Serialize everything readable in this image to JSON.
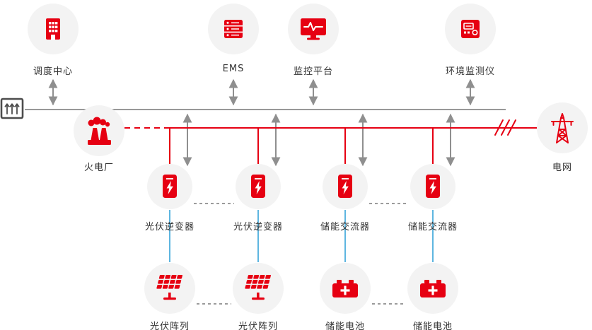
{
  "diagram": {
    "nodes": {
      "dispatch_center": {
        "label": "调度中心",
        "icon": "building-icon"
      },
      "ems": {
        "label": "EMS",
        "icon": "server-icon"
      },
      "monitoring_platform": {
        "label": "监控平台",
        "icon": "monitor-pulse-icon"
      },
      "env_monitor": {
        "label": "环境监测仪",
        "icon": "instrument-icon"
      },
      "meter": {
        "icon": "meter-icon"
      },
      "thermal_plant": {
        "label": "火电厂",
        "icon": "power-plant-icon"
      },
      "power_grid": {
        "label": "电网",
        "icon": "transmission-tower-icon"
      },
      "pv_inverter_1": {
        "label": "光伏逆变器",
        "icon": "inverter-icon"
      },
      "pv_inverter_2": {
        "label": "光伏逆变器",
        "icon": "inverter-icon"
      },
      "storage_converter_1": {
        "label": "储能交流器",
        "icon": "inverter-icon"
      },
      "storage_converter_2": {
        "label": "储能交流器",
        "icon": "inverter-icon"
      },
      "pv_array_1": {
        "label": "光伏阵列",
        "icon": "solar-panel-icon"
      },
      "pv_array_2": {
        "label": "光伏阵列",
        "icon": "solar-panel-icon"
      },
      "storage_battery_1": {
        "label": "储能电池",
        "icon": "battery-icon"
      },
      "storage_battery_2": {
        "label": "储能电池",
        "icon": "battery-icon"
      }
    },
    "colors": {
      "accent_red": "#e60012",
      "line_gray": "#999999",
      "arrow_gray": "#8f8f8f",
      "link_blue": "#35a3d8",
      "circle_bg": "#f3f3f3",
      "label_text": "#333333"
    }
  }
}
